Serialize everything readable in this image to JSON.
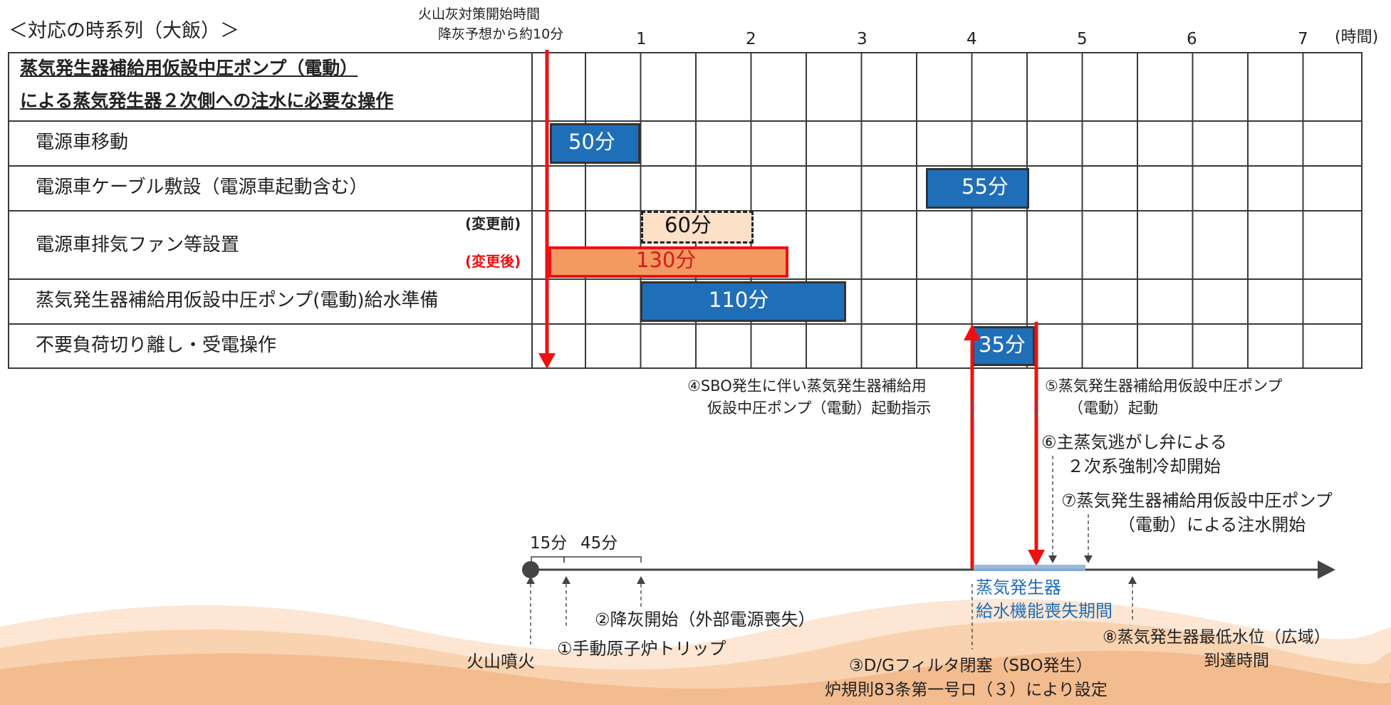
{
  "title": "＜対応の時系列（大飯）＞",
  "start_label": {
    "line1": "火山灰対策開始時間",
    "line2": "降灰予想から約10分"
  },
  "time_ticks": [
    "1",
    "2",
    "3",
    "4",
    "5",
    "6",
    "7"
  ],
  "time_unit": "(時間)",
  "table_header": {
    "line1": "蒸気発生器補給用仮設中圧ポンプ（電動）",
    "line2": "による蒸気発生器２次側への注水に必要な操作"
  },
  "tasks": [
    "電源車移動",
    "電源車ケーブル敷設（電源車起動含む）",
    "電源車排気ファン等設置",
    "蒸気発生器補給用仮設中圧ポンプ(電動)給水準備",
    "不要負荷切り離し・受電操作"
  ],
  "bars": {
    "move": "50分",
    "cable": "55分",
    "before": "60分",
    "after": "130分",
    "prep": "110分",
    "load": "35分"
  },
  "change_labels": {
    "before": "(変更前)",
    "after": "(変更後)"
  },
  "annotations": {
    "a4": {
      "line1": "④SBO発生に伴い蒸気発生器補給用",
      "line2": "仮設中圧ポンプ（電動）起動指示"
    },
    "a5": {
      "line1": "⑤蒸気発生器補給用仮設中圧ポンプ",
      "line2": "（電動）起動"
    },
    "a6": {
      "line1": "⑥主蒸気逃がし弁による",
      "line2": "２次系強制冷却開始"
    },
    "a7": {
      "line1": "⑦蒸気発生器補給用仮設中圧ポンプ",
      "line2": "（電動）による注水開始"
    },
    "a8": {
      "line1": "⑧蒸気発生器最低水位（広域）",
      "line2": "到達時間"
    },
    "a3": {
      "line1": "③D/Gフィルタ閉塞（SBO発生）",
      "line2": "炉規則83条第一号ロ（３）により設定"
    },
    "a2": "②降灰開始（外部電源喪失）",
    "a1": "①手動原子炉トリップ",
    "eruption": "火山噴火"
  },
  "timeline": {
    "gap1": "15分",
    "gap2": "45分",
    "loss_line1": "蒸気発生器",
    "loss_line2": "給水機能喪失期間"
  },
  "colors": {
    "bar_blue": "#1f6fb8",
    "bar_before": "#fde0c8",
    "bar_after": "#f39a62",
    "arrow_red": "#ee1111",
    "loss_text": "#1f6fb8",
    "wave_light": "#fce6d2",
    "wave_dark": "#f2b88a"
  }
}
